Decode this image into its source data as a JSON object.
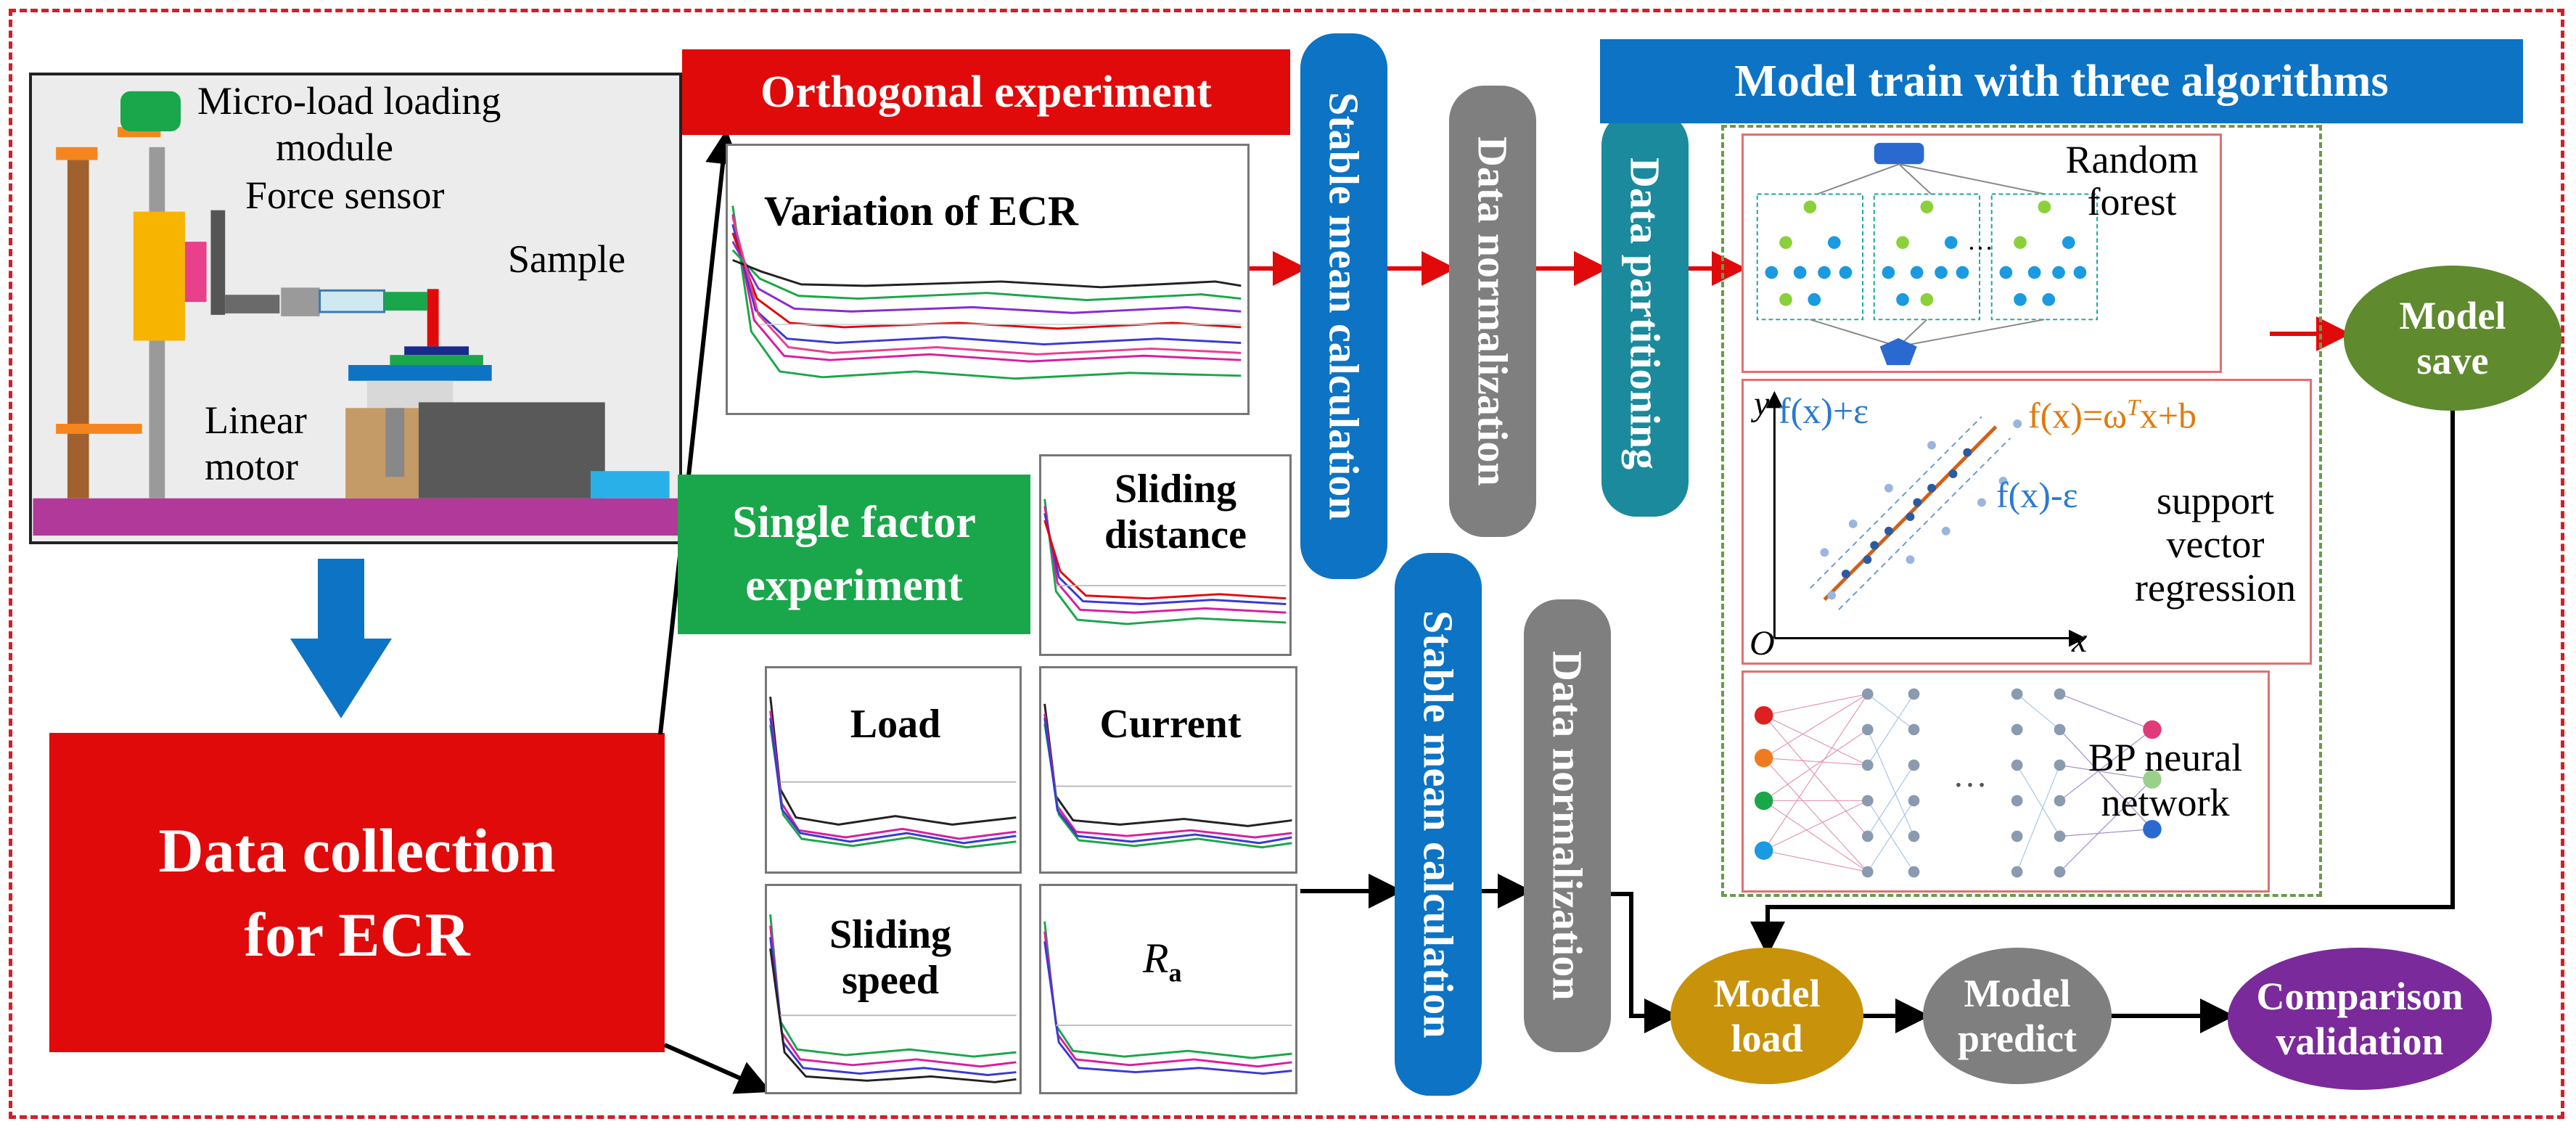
{
  "apparatus": {
    "label_module": "Micro-load loading",
    "label_module2": "module",
    "label_force": "Force sensor",
    "label_sample": "Sample",
    "label_motor": "Linear",
    "label_motor2": "motor"
  },
  "collection": {
    "line1": "Data collection",
    "line2": "for ECR"
  },
  "orthogonal": {
    "title": "Orthogonal experiment",
    "chart_title": "Variation of ECR"
  },
  "single_factor": {
    "title_line1": "Single factor",
    "title_line2": "experiment",
    "panels": [
      {
        "label": "Sliding distance"
      },
      {
        "label": "Load"
      },
      {
        "label": "Current"
      },
      {
        "label": "Sliding speed"
      },
      {
        "label_main": "R",
        "label_sub": "a"
      }
    ]
  },
  "steps_top": [
    "Stable mean calculation",
    "Data normalization",
    "Data partitioning"
  ],
  "steps_bottom": [
    "Stable mean calculation",
    "Data normalization"
  ],
  "model_train": {
    "title": "Model train with three algorithms",
    "rf_label_line1": "Random",
    "rf_label_line2": "forest",
    "svr_label_line1": "support",
    "svr_label_line2": "vector",
    "svr_label_line3": "regression",
    "svr_eq_upper": "f(x)+ε",
    "svr_eq_main": "f(x)=ω",
    "svr_eq_sup": "T",
    "svr_eq_tail": "x+b",
    "svr_eq_lower": "f(x)-ε",
    "svr_axis_y": "y",
    "svr_axis_x": "x",
    "svr_origin": "O",
    "bp_label_line1": "BP neural",
    "bp_label_line2": "network",
    "bp_ellipsis": "…"
  },
  "outputs": {
    "save_line1": "Model",
    "save_line2": "save",
    "load_line1": "Model",
    "load_line2": "load",
    "predict_line1": "Model",
    "predict_line2": "predict",
    "compare_line1": "Comparison",
    "compare_line2": "validation"
  },
  "colors": {
    "red": "#e00a0a",
    "blue": "#0d73c4",
    "green": "#1aa64a",
    "gray": "#7f7f7f",
    "teal": "#1a8a9c",
    "olive": "#5f8a2e",
    "gold": "#c8920a",
    "purple": "#7a2a9a"
  }
}
